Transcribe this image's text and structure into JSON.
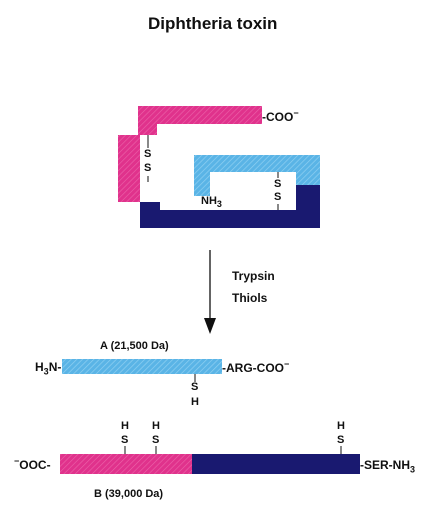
{
  "title": "Diphtheria toxin",
  "colors": {
    "pink": "#e0328c",
    "navy": "#191970",
    "light_blue": "#5ab4e6"
  },
  "folded_toxin": {
    "coo_label": "-COO",
    "coo_charge": "−",
    "left_disulfide": [
      "S",
      "S"
    ],
    "right_disulfide": [
      "S",
      "S"
    ],
    "nh3_label": "NH",
    "nh3_sub": "3"
  },
  "process": {
    "step1": "Trypsin",
    "step2": "Thiols"
  },
  "fragment_a": {
    "name": "A (21,500 Da)",
    "left_label": "H",
    "left_sub": "3",
    "left_suffix": "N-",
    "right_label": "-ARG-COO",
    "right_charge": "−",
    "sh_s": "S",
    "sh_h": "H"
  },
  "fragment_b": {
    "name": "B (39,000 Da)",
    "left_charge": "−",
    "left_label": "OOC-",
    "right_label": "-SER-NH",
    "right_sub": "3",
    "sh_h": "H",
    "sh_s": "S"
  }
}
